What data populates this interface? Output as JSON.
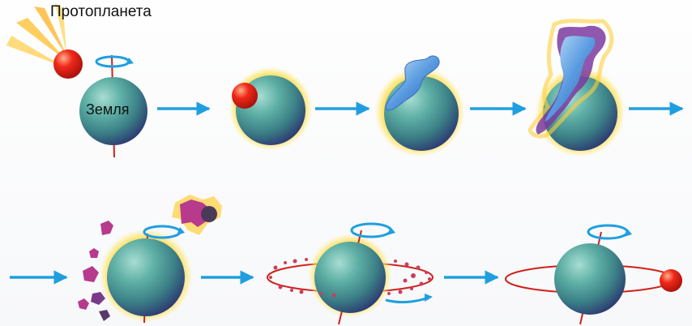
{
  "labels": {
    "protoplanet": "Протопланета",
    "earth": "Земля"
  },
  "colors": {
    "arrow": "#1f9fe0",
    "axis": "#d0211c",
    "earth_light": "#a8ddd2",
    "earth_mid": "#3b8f8b",
    "earth_dark": "#2c3a72",
    "glow": "#ffd21a",
    "impactor": "#e81b10",
    "debris": "#b83a8c",
    "plume": "#4d8fd0"
  },
  "stages": [
    {
      "id": "before-impact",
      "row": 1,
      "order": 1
    },
    {
      "id": "impact",
      "row": 1,
      "order": 2
    },
    {
      "id": "ejection",
      "row": 1,
      "order": 3
    },
    {
      "id": "plume-expansion",
      "row": 1,
      "order": 4
    },
    {
      "id": "debris-scatter",
      "row": 2,
      "order": 5
    },
    {
      "id": "debris-ring",
      "row": 2,
      "order": 6
    },
    {
      "id": "moon-formed",
      "row": 2,
      "order": 7
    }
  ]
}
